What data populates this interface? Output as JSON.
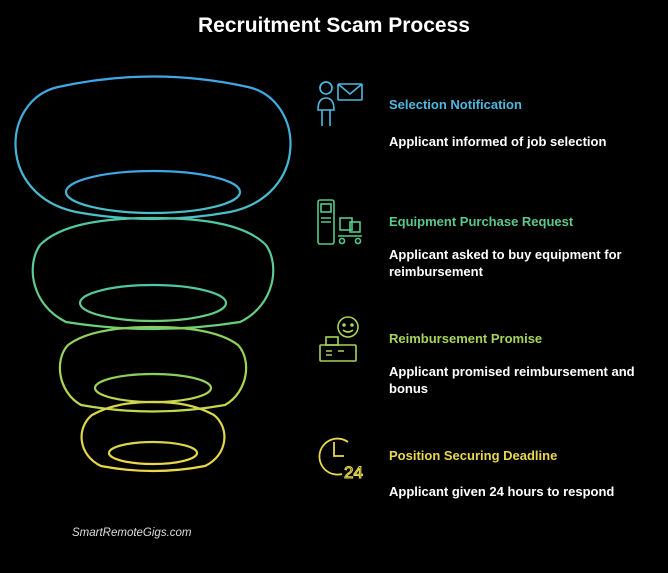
{
  "title": "Recruitment Scam Process",
  "steps": [
    {
      "heading": "Selection Notification",
      "description": "Applicant informed of job selection",
      "icon": "person-envelope-icon",
      "color": "#4fb8e0"
    },
    {
      "heading": "Equipment Purchase Request",
      "description": "Applicant asked to buy equipment for reimbursement",
      "icon": "kiosk-boxes-icon",
      "color": "#58c98a"
    },
    {
      "heading": "Reimbursement Promise",
      "description": "Applicant promised reimbursement and bonus",
      "icon": "smiley-cash-register-icon",
      "color": "#a6d45a"
    },
    {
      "heading": "Position Securing Deadline",
      "description": "Applicant given 24 hours to respond",
      "icon": "clock-24-icon",
      "color": "#e7d84e"
    }
  ],
  "watermark": "SmartRemoteGigs.com"
}
